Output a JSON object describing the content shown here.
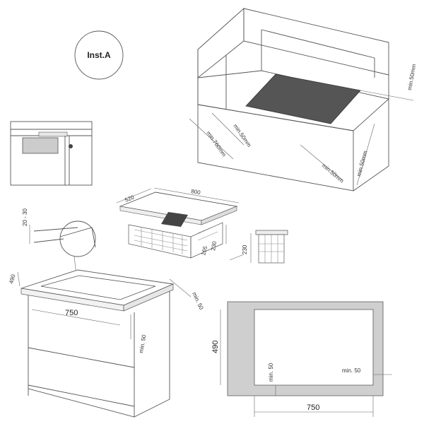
{
  "badge": {
    "label": "Inst.A"
  },
  "corner_view": {
    "min_50_top": "min.50mm",
    "min_50_left": "min.50mm",
    "min_760": "min.760mm",
    "min_50_right": "min.50mm",
    "min_50_bottom": "min.50mm"
  },
  "hob_3d": {
    "depth": "520",
    "width": "800",
    "height_a": "230",
    "height_b": "165"
  },
  "side_view": {
    "height": "230"
  },
  "worktop": {
    "thickness": "20 - 30"
  },
  "cabinet": {
    "depth": "490",
    "width": "750",
    "min_50_front": "min. 50",
    "min_50_side": "min. 50"
  },
  "cutout_plan": {
    "depth": "490",
    "width": "750",
    "min_50_front": "min. 50",
    "min_50_side": "min. 50"
  },
  "colors": {
    "hob_glass": "#555555",
    "cutout_fill": "#cfcfcf",
    "line": "#555555"
  }
}
